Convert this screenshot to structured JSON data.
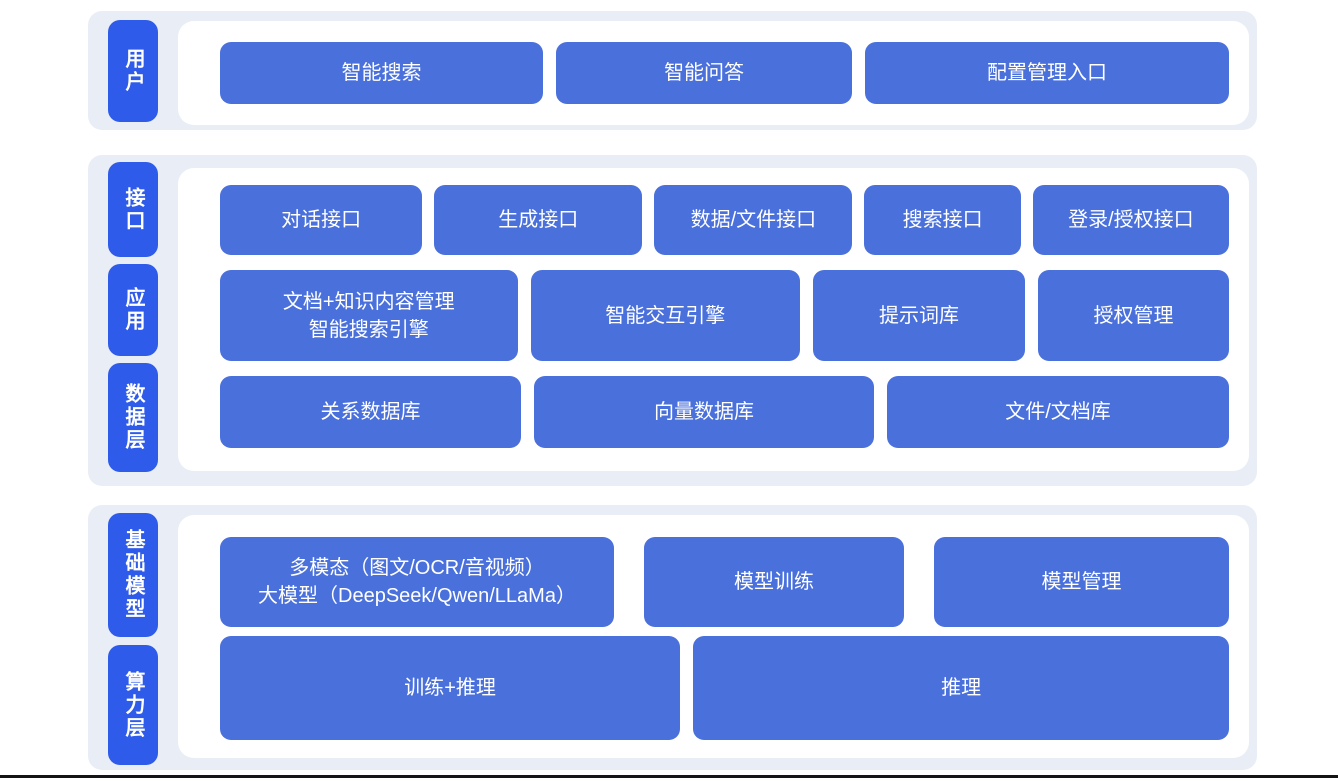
{
  "colors": {
    "band_background": "#E9EEF6",
    "layer_label_blue": "#2E5BE9",
    "box_blue": "#4A70DC",
    "text_white": "#FFFFFF",
    "bottom_rule": "#141414"
  },
  "layers": {
    "user": {
      "label": "用户",
      "boxes": [
        "智能搜索",
        "智能问答",
        "配置管理入口"
      ]
    },
    "interface": {
      "label": "接口",
      "boxes": [
        "对话接口",
        "生成接口",
        "数据/文件接口",
        "搜索接口",
        "登录/授权接口"
      ]
    },
    "application": {
      "label": "应用",
      "boxes": [
        "文档+知识内容管理\n智能搜索引擎",
        "智能交互引擎",
        "提示词库",
        "授权管理"
      ]
    },
    "data": {
      "label": "数据层",
      "boxes": [
        "关系数据库",
        "向量数据库",
        "文件/文档库"
      ]
    },
    "foundation_model": {
      "label": "基础模型",
      "boxes": [
        "多模态（图文/OCR/音视频）\n大模型（DeepSeek/Qwen/LLaMa）",
        "模型训练",
        "模型管理"
      ]
    },
    "compute": {
      "label": "算力层",
      "boxes": [
        "训练+推理",
        "推理"
      ]
    }
  }
}
